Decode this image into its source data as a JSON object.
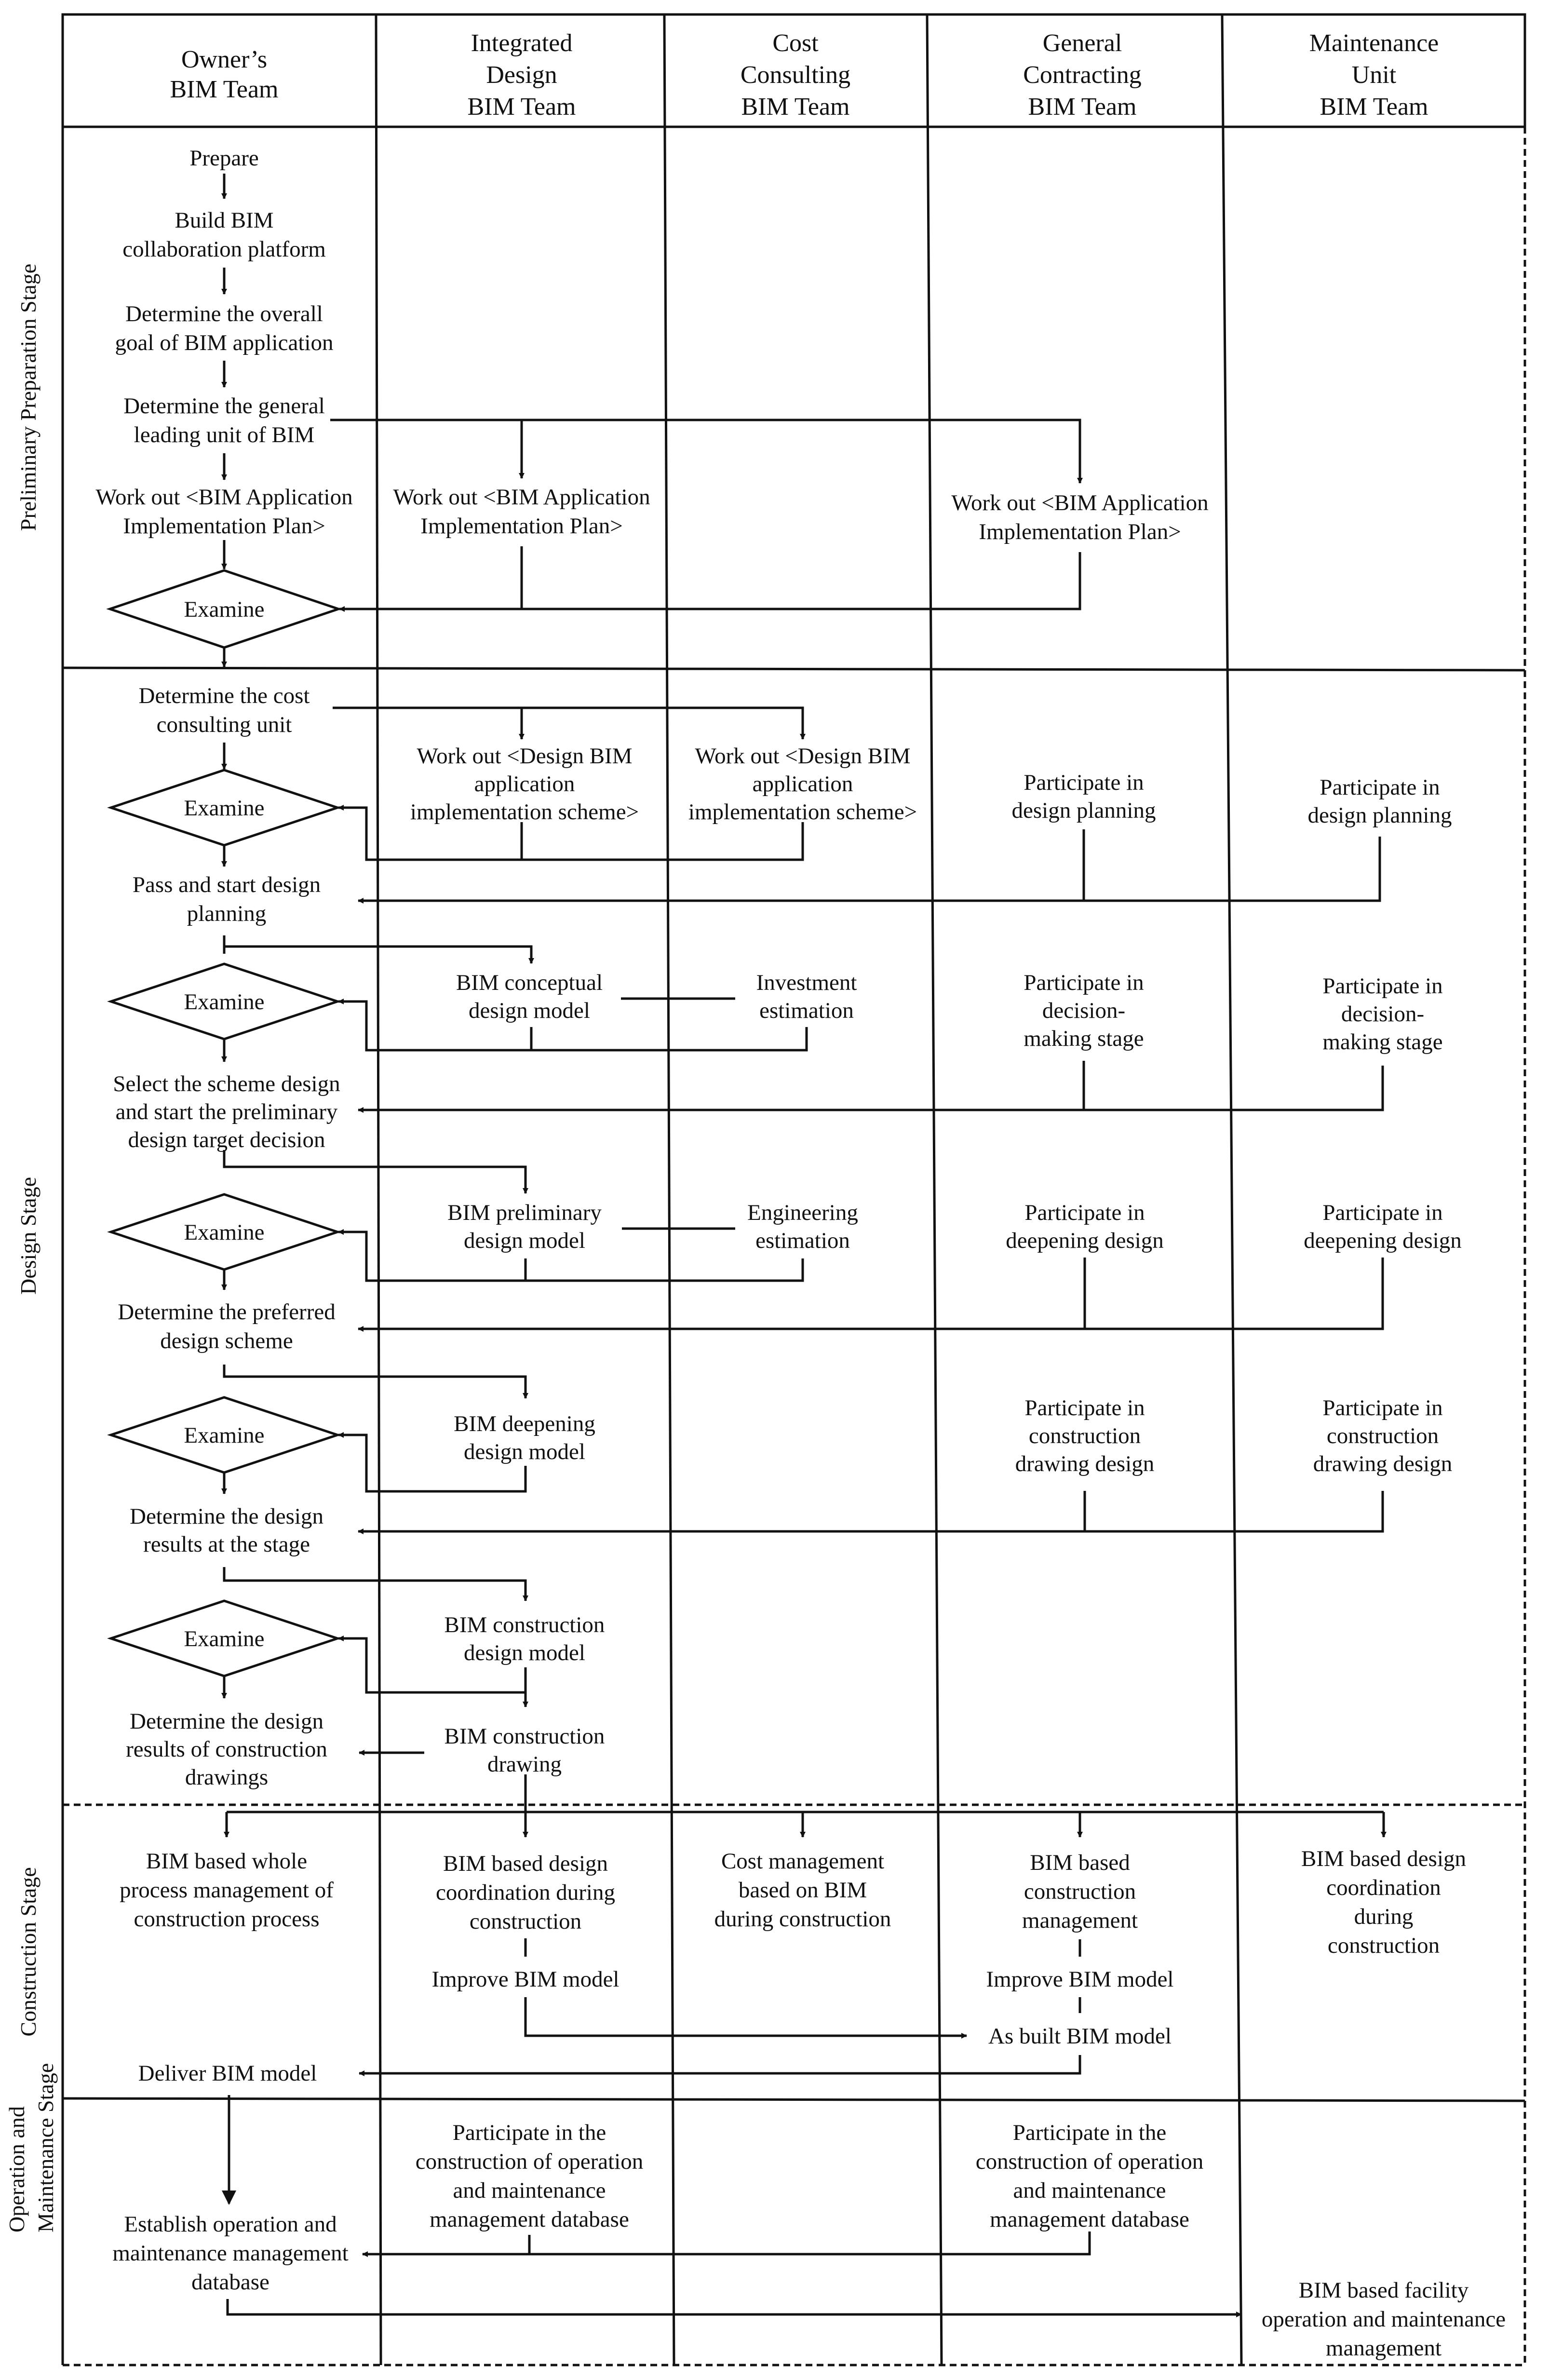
{
  "header": {
    "owner": [
      "Owner’s",
      "BIM Team"
    ],
    "design": [
      "Integrated",
      "Design",
      "BIM Team"
    ],
    "cost": [
      "Cost",
      "Consulting",
      "BIM Team"
    ],
    "general": [
      "General",
      "Contracting",
      "BIM Team"
    ],
    "maintenance": [
      "Maintenance",
      "Unit",
      "BIM Team"
    ]
  },
  "stages": {
    "preliminary": "Preliminary Preparation Stage",
    "design": "Design Stage",
    "construction": "Construction Stage",
    "operation": [
      "Operation and",
      "Maintenance Stage"
    ]
  },
  "preliminary": {
    "prepare": [
      "Prepare"
    ],
    "build_platform": [
      "Build BIM",
      "collaboration platform"
    ],
    "overall_goal": [
      "Determine the overall",
      "goal of BIM application"
    ],
    "leading_unit": [
      "Determine the general",
      "leading unit of BIM"
    ],
    "plan_owner": [
      "Work out <BIM Application",
      "Implementation Plan>"
    ],
    "plan_design": [
      "Work out <BIM Application",
      "Implementation Plan>"
    ],
    "plan_general": [
      "Work out <BIM Application",
      "Implementation Plan>"
    ],
    "examine": "Examine"
  },
  "design_stage": {
    "cost_unit": [
      "Determine the cost",
      "consulting unit"
    ],
    "scheme_design": [
      "Work out <Design BIM",
      "application",
      "implementation scheme>"
    ],
    "scheme_cost": [
      "Work out <Design BIM",
      "application",
      "implementation scheme>"
    ],
    "planning_general": [
      "Participate in",
      "design planning"
    ],
    "planning_maint": [
      "Participate in",
      "design planning"
    ],
    "examine_1": "Examine",
    "pass_start": [
      "Pass and start design",
      "planning"
    ],
    "conceptual_model": [
      "BIM conceptual",
      "design model"
    ],
    "investment_estimation": [
      "Investment",
      "estimation"
    ],
    "decision_general": [
      "Participate in",
      "decision-",
      "making stage"
    ],
    "decision_maint": [
      "Participate in",
      "decision-",
      "making stage"
    ],
    "examine_2": "Examine",
    "select_scheme": [
      "Select the scheme design",
      "and start the preliminary",
      "design target decision"
    ],
    "preliminary_model": [
      "BIM preliminary",
      "design model"
    ],
    "engineering_estimation": [
      "Engineering",
      "estimation"
    ],
    "deepening_general": [
      "Participate in",
      "deepening design"
    ],
    "deepening_maint": [
      "Participate in",
      "deepening design"
    ],
    "examine_3": "Examine",
    "preferred_scheme": [
      "Determine the preferred",
      "design scheme"
    ],
    "deepening_model": [
      "BIM deepening",
      "design model"
    ],
    "drawing_general": [
      "Participate in",
      "construction",
      "drawing design"
    ],
    "drawing_maint": [
      "Participate in",
      "construction",
      "drawing design"
    ],
    "examine_4": "Examine",
    "stage_results": [
      "Determine the design",
      "results at the stage"
    ],
    "construction_model": [
      "BIM construction",
      "design model"
    ],
    "examine_5": "Examine",
    "construction_drawing": [
      "BIM construction",
      "drawing"
    ],
    "drawing_results": [
      "Determine the design",
      "results of construction",
      "drawings"
    ]
  },
  "construction_stage": {
    "owner": [
      "BIM based whole",
      "process management of",
      "construction process"
    ],
    "design": [
      "BIM based design",
      "coordination during",
      "construction"
    ],
    "improve_design": [
      "Improve BIM model"
    ],
    "cost": [
      "Cost management",
      "based on BIM",
      "during construction"
    ],
    "general": [
      "BIM based",
      "construction",
      "management"
    ],
    "improve_general": [
      "Improve BIM model"
    ],
    "as_built": [
      "As built BIM model"
    ],
    "maint": [
      "BIM based design",
      "coordination",
      "during",
      "construction"
    ],
    "deliver": [
      "Deliver BIM model"
    ]
  },
  "operation_stage": {
    "design_db": [
      "Participate in the",
      "construction of operation",
      "and maintenance",
      "management database"
    ],
    "general_db": [
      "Participate in the",
      "construction of operation",
      "and maintenance",
      "management database"
    ],
    "owner_db": [
      "Establish operation and",
      "maintenance management",
      "database"
    ],
    "facility": [
      "BIM based facility",
      "operation and maintenance",
      "management"
    ]
  }
}
